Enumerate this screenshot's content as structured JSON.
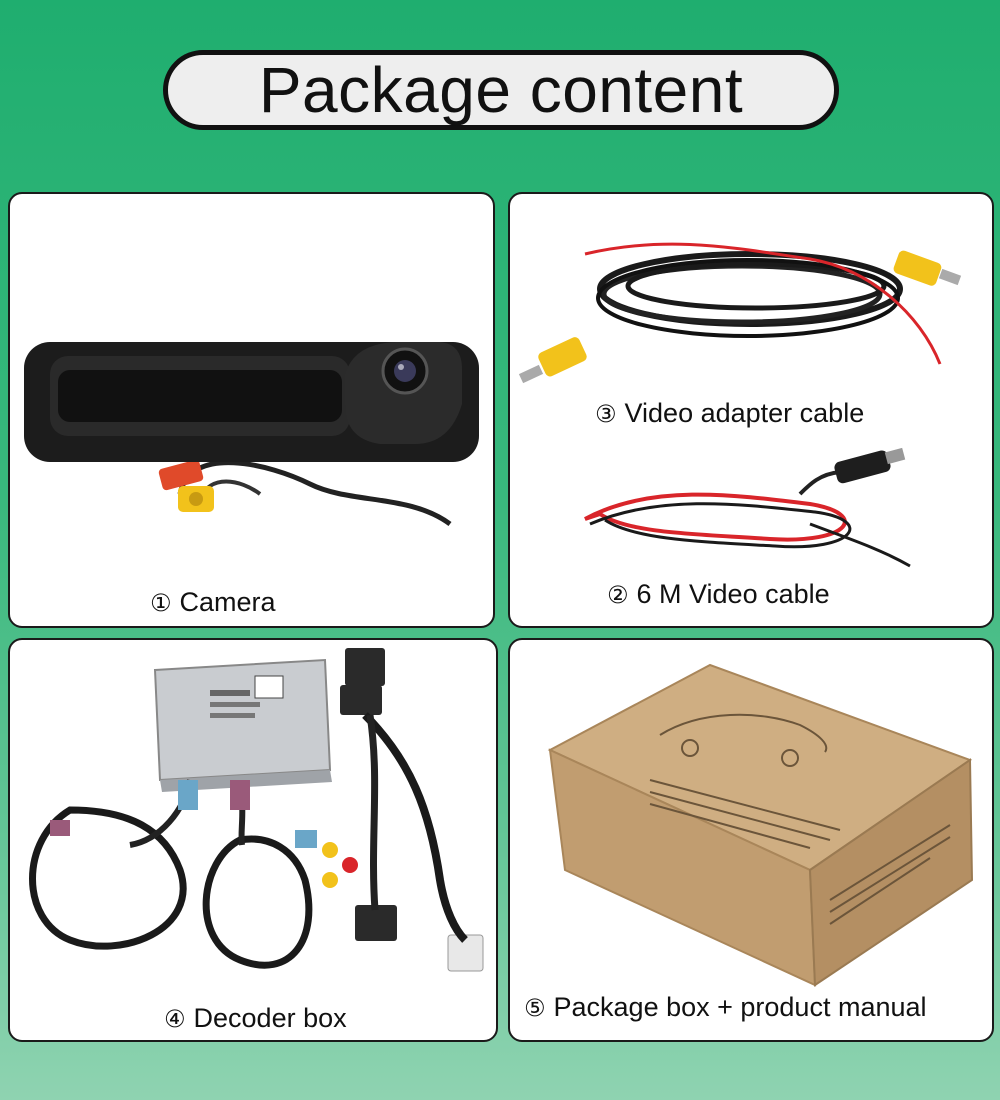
{
  "header": {
    "title": "Package content"
  },
  "items": [
    {
      "num": "①",
      "label": "Camera"
    },
    {
      "num": "③",
      "label": "Video adapter cable"
    },
    {
      "num": "②",
      "label": "6 M Video cable"
    },
    {
      "num": "④",
      "label": "Decoder box"
    },
    {
      "num": "⑤",
      "label": "Package box + product manual"
    }
  ],
  "colors": {
    "background": "#1fae6f",
    "cable_red": "#d9252a",
    "connector_yellow": "#f2c21b",
    "box_cardboard": "#c8a478"
  }
}
